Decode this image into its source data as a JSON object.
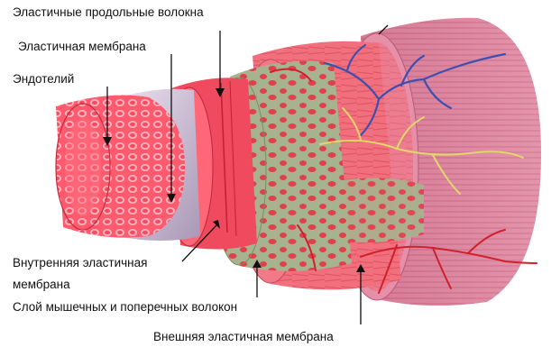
{
  "labels": {
    "longitudinal_fibers": "Эластичные продольные волокна",
    "elastic_membrane": "Эластичная мембрана",
    "endothelium": "Эндотелий",
    "inner_membrane_line1": "Внутренняя эластичная",
    "inner_membrane_line2": "мембрана",
    "muscle_layer": "Слой мышечных и поперечных волокон",
    "outer_membrane": "Внешняя эластичная мембрана"
  },
  "colors": {
    "endothelium_red": "#e8324a",
    "membrane_lilac": "#c9b8d3",
    "muscle_green": "#a9b590",
    "tissue_pink": "#e96a78",
    "outer_pink": "#d97a95",
    "nerve_yellow": "#e6d67a",
    "vein_blue": "#4a5bb8",
    "artery_red": "#d8202a",
    "text": "#111111"
  }
}
